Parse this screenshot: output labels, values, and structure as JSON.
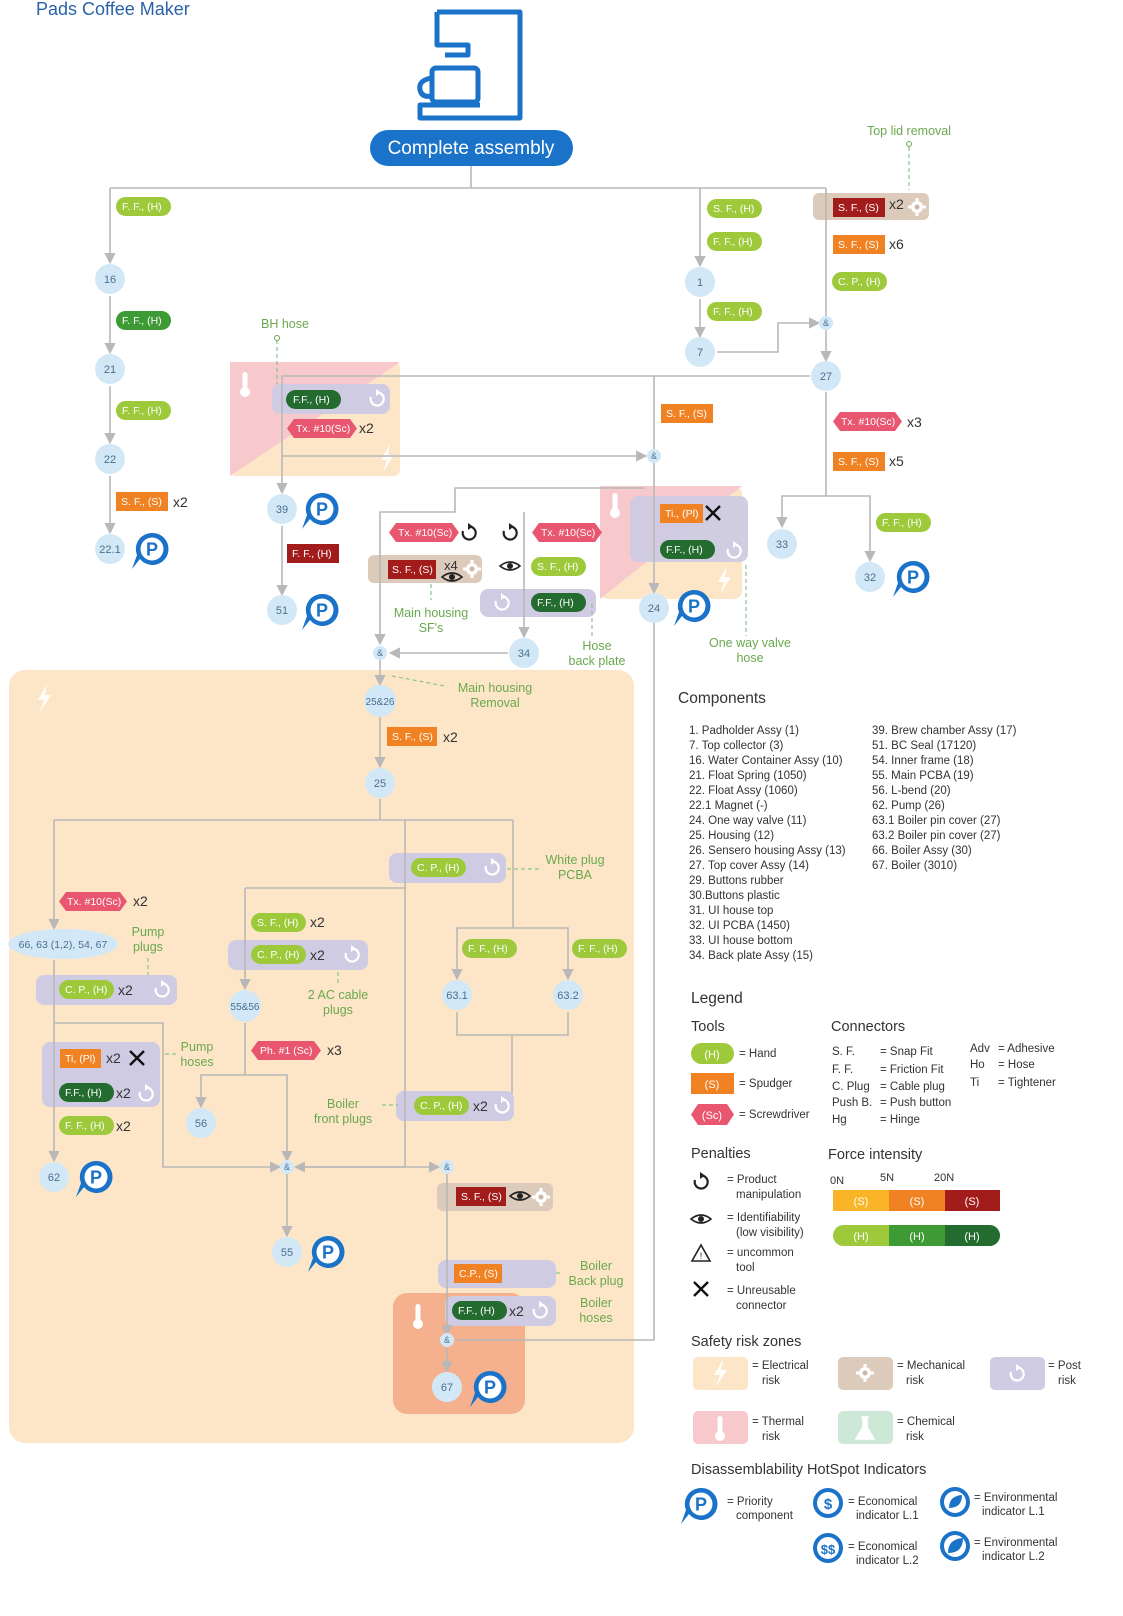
{
  "header": {
    "title": "Pads Coffee Maker",
    "root_label": "Complete assembly"
  },
  "annotations": {
    "top_lid": "Top lid removal",
    "bh_hose": "BH hose",
    "main_sf": [
      "Main housing",
      "SF's"
    ],
    "hose_back": [
      "Hose",
      "back plate"
    ],
    "one_way": [
      "One way valve",
      "hose"
    ],
    "main_removal": [
      "Main housing",
      "Removal"
    ],
    "white_plug": [
      "White plug",
      "PCBA"
    ],
    "pump_plugs": [
      "Pump",
      "plugs"
    ],
    "ac_cable": [
      "2 AC cable",
      "plugs"
    ],
    "pump_hoses": [
      "Pump",
      "hoses"
    ],
    "boiler_front": [
      "Boiler",
      "front plugs"
    ],
    "boiler_back": [
      "Boiler",
      "Back plug"
    ],
    "boiler_hoses": [
      "Boiler",
      "hoses"
    ]
  },
  "nodes": {
    "n16": "16",
    "n21": "21",
    "n22": "22",
    "n221": "22.1",
    "n1": "1",
    "n7": "7",
    "n27": "27",
    "n39": "39",
    "n51": "51",
    "n33": "33",
    "n32": "32",
    "n24": "24",
    "n34": "34",
    "n2526": "25&26",
    "n25": "25",
    "n66": "66, 63 (1,2), 54, 67",
    "n5556": "55&56",
    "n631": "63.1",
    "n632": "63.2",
    "n56": "56",
    "n62": "62",
    "n55": "55",
    "n67": "67"
  },
  "tags": {
    "ff_h": "F. F., (H)",
    "sf_h": "S. F., (H)",
    "sf_s": "S. F., (S)",
    "cp_h": "C. P., (H)",
    "ff_h2": "F.F., (H)",
    "tx10": "Tx. #10(Sc)",
    "ti_pl": "Ti, (Pl)",
    "ti_pl2": "Ti., (Pl)",
    "ph1": "Ph. #1 (Sc)",
    "cp_s": "C.P., (S)",
    "s_h": "(H)",
    "s_s": "(S)",
    "s_sc": "(Sc)"
  },
  "mult": {
    "x2": "x2",
    "x3": "x3",
    "x4": "x4",
    "x5": "x5",
    "x6": "x6"
  },
  "components": {
    "heading": "Components",
    "col1": [
      "1. Padholder Assy (1)",
      "7. Top collector (3)",
      "16. Water Container Assy  (10)",
      "21. Float Spring (1050)",
      "22. Float Assy (1060)",
      "22.1 Magnet (-)",
      "24. One way valve (11)",
      "25. Housing (12)",
      "26. Sensero housing Assy (13)",
      "27. Top cover Assy (14)",
      "29. Buttons rubber",
      "30.Buttons plastic",
      "31. UI house top",
      "32. UI PCBA (1450)",
      "33. UI house bottom",
      "34. Back plate Assy (15)"
    ],
    "col2": [
      "39. Brew chamber Assy (17)",
      "51. BC Seal (17120)",
      "54. Inner frame (18)",
      "55. Main PCBA (19)",
      "56. L-bend (20)",
      "62. Pump (26)",
      "63.1 Boiler pin cover (27)",
      "63.2 Boiler pin cover (27)",
      "66. Boiler Assy (30)",
      "67. Boiler (3010)"
    ]
  },
  "legend": {
    "heading": "Legend",
    "tools_title": "Tools",
    "tools": [
      "= Hand",
      "= Spudger",
      "= Screwdriver"
    ],
    "connectors_title": "Connectors",
    "connectors_abbr": [
      "S. F.",
      "F. F.",
      "C. Plug",
      "Push B.",
      "Hg"
    ],
    "connectors_full": [
      "= Snap Fit",
      "= Friction Fit",
      "= Cable plug",
      "= Push button",
      "= Hinge"
    ],
    "connectors_abbr2": [
      "Adv",
      "Ho",
      "Ti"
    ],
    "connectors_full2": [
      "= Adhesive",
      "= Hose",
      "= Tightener"
    ],
    "penalties_title": "Penalties",
    "penalties": [
      [
        "= Product",
        "manipulation"
      ],
      [
        "= Identifiability",
        "(low visibility)"
      ],
      [
        "= uncommon",
        "tool"
      ],
      [
        "= Unreusable",
        "connector"
      ]
    ],
    "force_title": "Force intensity",
    "force_levels": [
      "0N",
      "5N",
      "20N"
    ],
    "safety_title": "Safety risk zones",
    "safety": [
      [
        "= Electrical",
        "risk"
      ],
      [
        "= Mechanical",
        "risk"
      ],
      [
        "= Post",
        "risk"
      ],
      [
        "= Thermal",
        "risk"
      ],
      [
        "= Chemical",
        "risk"
      ]
    ],
    "hotspot_title": "Disassemblability HotSpot Indicators",
    "hotspots": [
      [
        "= Priority",
        "component"
      ],
      [
        "= Economical",
        "indicator L.1"
      ],
      [
        "= Environmental",
        "indicator L.1"
      ],
      [
        "= Economical",
        "indicator L.2"
      ],
      [
        "= Environmental",
        "indicator L.2"
      ]
    ]
  },
  "colors": {
    "line": "#b8b8b8",
    "node": "#d3e8f7",
    "node_text": "#4a6f8e",
    "brand": "#1a73c9",
    "light_green": "#9dc93b",
    "dark_green": "#236b2e",
    "mid_green": "#3d9a34",
    "orange": "#f08224",
    "dark_red": "#a31c1c",
    "pink": "#e85670",
    "electrical": "#fde6c8",
    "mechanical": "#dccbbb",
    "post": "#cfcbe3",
    "thermal": "#f8c9cc",
    "chemical": "#cde8d6",
    "annot": "#6aa84f"
  }
}
